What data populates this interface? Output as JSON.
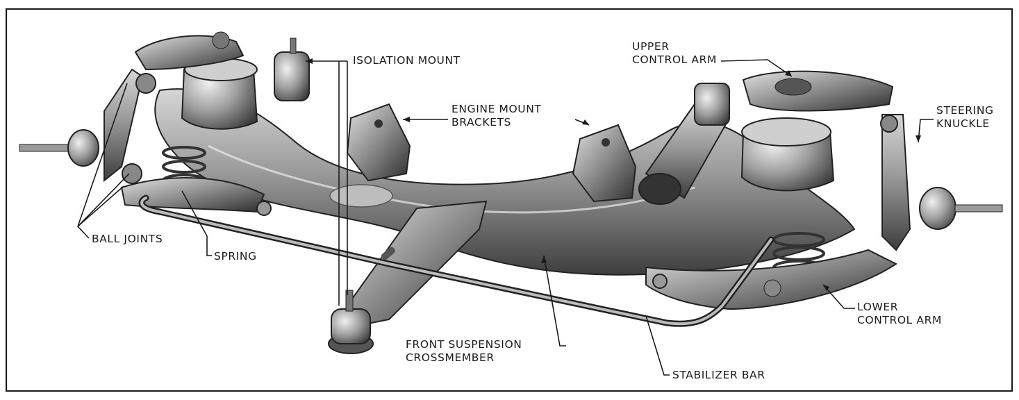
{
  "labels": {
    "isolation_mount": "ISOLATION MOUNT",
    "upper_control_arm": [
      "UPPER",
      "CONTROL ARM"
    ],
    "engine_mount_brackets": [
      "ENGINE MOUNT",
      "BRACKETS"
    ],
    "steering_knuckle": [
      "STEERING",
      "KNUCKLE"
    ],
    "ball_joints": "BALL JOINTS",
    "spring": "SPRING",
    "lower_control_arm": [
      "LOWER",
      "CONTROL ARM"
    ],
    "front_suspension_crossmember": [
      "FRONT SUSPENSION",
      "CROSSMEMBER"
    ],
    "stabilizer_bar": "STABILIZER BAR"
  },
  "colors": {
    "ink": "#1a1a1a",
    "metal_light": "#c9c9c9",
    "metal_mid": "#8e8e8e",
    "metal_dark": "#4a4a4a"
  }
}
